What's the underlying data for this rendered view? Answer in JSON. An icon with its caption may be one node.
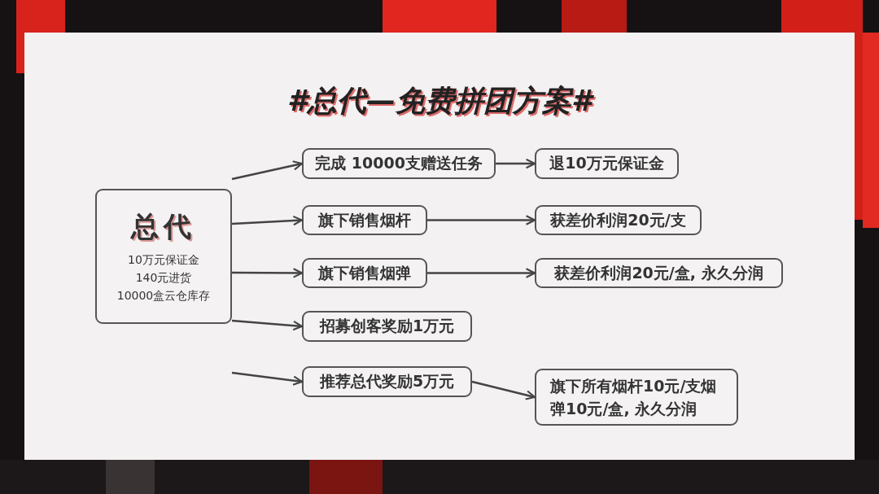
{
  "diagram": {
    "title": "#总代—免费拼团方案#",
    "nodes": [
      {
        "text": [
          "总代",
          "10万元保证金",
          "140元进货",
          "10000盒云仓库存"
        ]
      },
      {
        "text": [
          "完成 10000支赠送任务"
        ]
      },
      {
        "text": [
          "退10万元保证金"
        ]
      },
      {
        "text": [
          "旗下销售烟杆"
        ]
      },
      {
        "text": [
          "获差价利润20元/支"
        ]
      },
      {
        "text": [
          "旗下销售烟弹"
        ]
      },
      {
        "text": [
          "获差价利润20元/盒, 永久分润"
        ]
      },
      {
        "text": [
          "招募创客奖励1万元"
        ]
      },
      {
        "text": [
          "推荐总代奖励5万元"
        ]
      },
      {
        "text": [
          "旗下所有烟杆10元/支烟弹10元/盒, 永久分润"
        ]
      }
    ],
    "edges": [
      {
        "from": 0,
        "to": 1,
        "arrow": "to"
      },
      {
        "from": 1,
        "to": 2,
        "arrow": "to"
      },
      {
        "from": 0,
        "to": 3,
        "arrow": "to"
      },
      {
        "from": 3,
        "to": 4,
        "arrow": "to"
      },
      {
        "from": 0,
        "to": 5,
        "arrow": "to"
      },
      {
        "from": 5,
        "to": 6,
        "arrow": "to"
      },
      {
        "from": 0,
        "to": 7,
        "arrow": "to"
      },
      {
        "from": 0,
        "to": 8,
        "arrow": "to"
      },
      {
        "from": 8,
        "to": 9,
        "arrow": "to"
      }
    ]
  }
}
